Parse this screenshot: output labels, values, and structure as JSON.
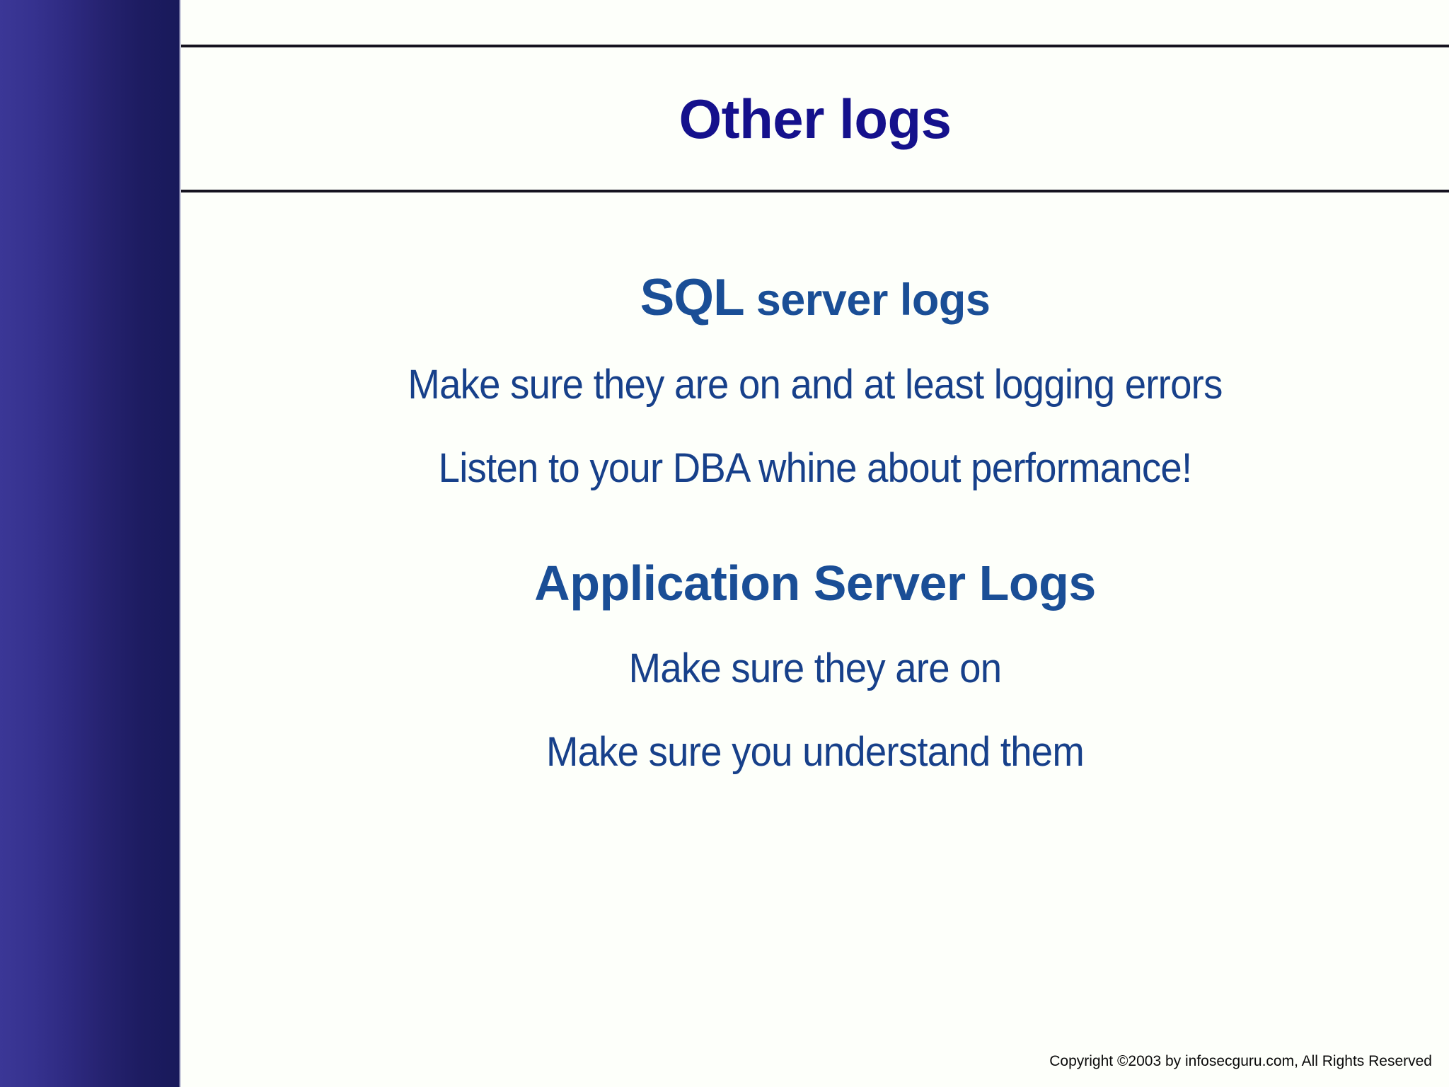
{
  "slide": {
    "title": "Other logs",
    "background_color": "#fdfffa",
    "title_color": "#15118c",
    "heading_color": "#1a4e96",
    "body_color": "#17408a",
    "sidebar_gradient_from": "#3b3796",
    "sidebar_gradient_to": "#18195a"
  },
  "sections": [
    {
      "heading_lead": "SQL",
      "heading_rest": " server logs",
      "lines": [
        "Make sure they are on and at least logging errors",
        "Listen to your DBA whine about performance!"
      ]
    },
    {
      "heading_lead": "",
      "heading_rest": "Application Server Logs",
      "lines": [
        "Make sure they are on",
        "Make sure you understand them"
      ]
    }
  ],
  "footer": {
    "copyright": "Copyright  ©2003 by infosecguru.com, All Rights Reserved"
  }
}
